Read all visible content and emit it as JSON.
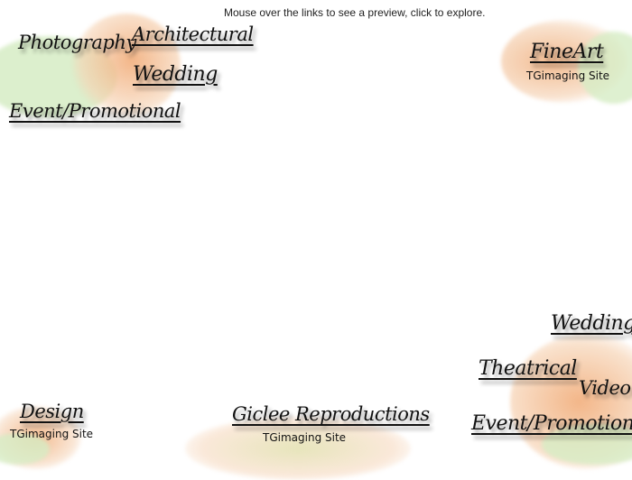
{
  "instruction": "Mouse over the links to see a preview, click to explore.",
  "photography": {
    "heading": "Photography",
    "architectural": "Architectural",
    "wedding": "Wedding",
    "event": "Event/Promotional"
  },
  "fine_art": {
    "title": "FineArt",
    "site": "TGimaging Site"
  },
  "video": {
    "heading": "Video",
    "wedding": "Wedding",
    "theatrical": "Theatrical",
    "event": "Event/Promotional"
  },
  "design": {
    "title": "Design",
    "site": "TGimaging Site"
  },
  "giclee": {
    "title": "Giclee Reproductions",
    "site": "TGimaging Site"
  },
  "colors": {
    "orange": "#f2b98a",
    "green": "#d7ecc5"
  }
}
